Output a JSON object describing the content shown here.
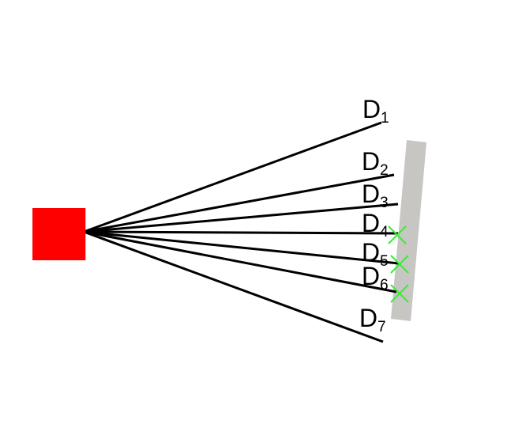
{
  "diagram": {
    "source": {
      "color": "#ff0000"
    },
    "barrier": {
      "color": "#c8c6c3"
    },
    "hit_marker_color": "#33ee33",
    "ray_color": "#000000",
    "rays": [
      {
        "letter": "D",
        "index": "1",
        "hits_barrier": false
      },
      {
        "letter": "D",
        "index": "2",
        "hits_barrier": false
      },
      {
        "letter": "D",
        "index": "3",
        "hits_barrier": false
      },
      {
        "letter": "D",
        "index": "4",
        "hits_barrier": true
      },
      {
        "letter": "D",
        "index": "5",
        "hits_barrier": true
      },
      {
        "letter": "D",
        "index": "6",
        "hits_barrier": true
      },
      {
        "letter": "D",
        "index": "7",
        "hits_barrier": false
      }
    ]
  }
}
